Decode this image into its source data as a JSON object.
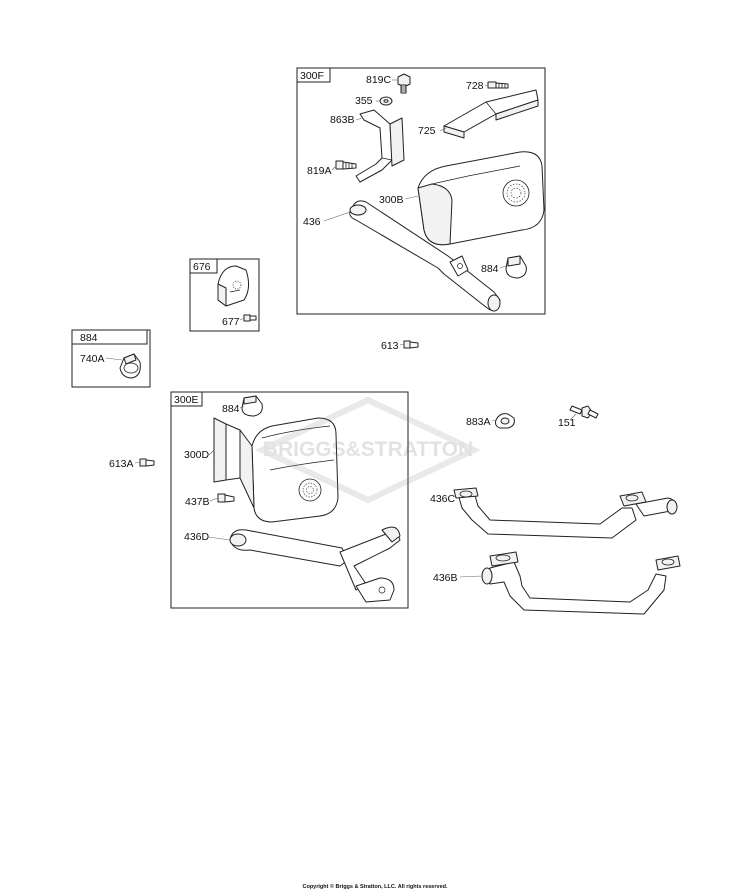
{
  "kits": {
    "k300F": "300F",
    "k676": "676",
    "k884": "884",
    "k300E": "300E"
  },
  "parts": {
    "p819C": "819C",
    "p355": "355",
    "p863B": "863B",
    "p728": "728",
    "p725": "725",
    "p819A": "819A",
    "p300B": "300B",
    "p436": "436",
    "p884a": "884",
    "p677": "677",
    "p740A": "740A",
    "p613": "613",
    "p884b": "884",
    "p300D": "300D",
    "p613A": "613A",
    "p437B": "437B",
    "p436D": "436D",
    "p883A": "883A",
    "p151": "151",
    "p436C": "436C",
    "p436B": "436B"
  },
  "watermark": "BRIGGS&STRATTON",
  "copyright": "Copyright © Briggs & Stratton, LLC. All rights reserved."
}
